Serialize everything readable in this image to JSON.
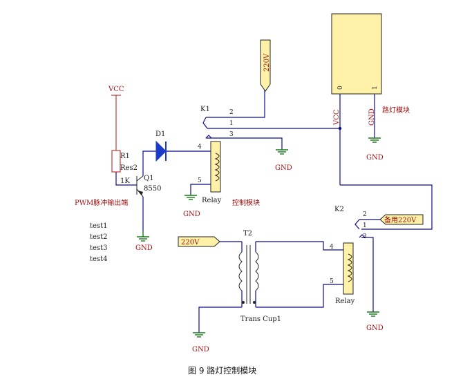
{
  "nets": {
    "vcc": "VCC",
    "gnd": "GND",
    "ac_220v": "220V",
    "backup_220v": "备用220V"
  },
  "components": {
    "r1": {
      "designator": "R1",
      "type": "Res2",
      "value": "1K"
    },
    "q1": {
      "designator": "Q1",
      "value": "8550"
    },
    "d1": {
      "designator": "D1"
    },
    "k1": {
      "designator": "K1",
      "part": "Relay",
      "pins": [
        "1",
        "2",
        "3",
        "4",
        "5"
      ]
    },
    "k2": {
      "designator": "K2",
      "part": "Relay",
      "pins": [
        "1",
        "2",
        "3",
        "4",
        "5"
      ]
    },
    "t2": {
      "designator": "T2",
      "part": "Trans Cup1"
    },
    "lamp": {
      "pins": [
        "0",
        "1"
      ]
    }
  },
  "labels": {
    "pwm_output": "PWM脉冲输出端",
    "control_module": "控制模块",
    "lamp_module": "路灯模块",
    "tests": [
      "test1",
      "test2",
      "test3",
      "test4"
    ]
  },
  "colors": {
    "wire": "#0a0a8c",
    "power": "#b01010",
    "ground": "#147a14",
    "flag": "#fff2a8"
  },
  "caption": "图 9 路灯控制模块"
}
